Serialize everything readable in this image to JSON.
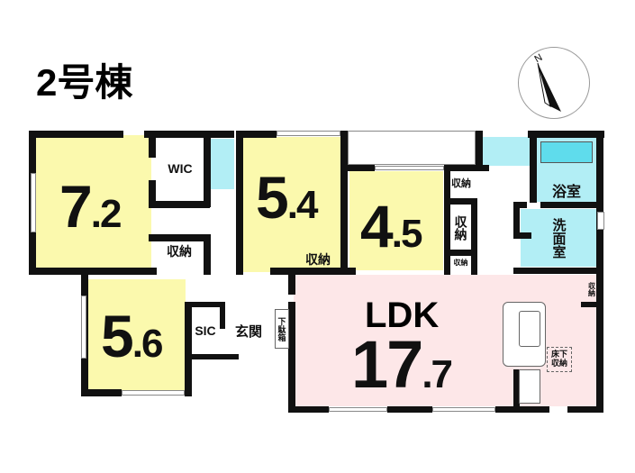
{
  "title": "2号棟",
  "compass": {
    "north_label": "N"
  },
  "rooms": {
    "r72": {
      "int": "7",
      "dec": ".2"
    },
    "r54": {
      "int": "5",
      "dec": ".4"
    },
    "r45": {
      "int": "4",
      "dec": ".5"
    },
    "r56": {
      "int": "5",
      "dec": ".6"
    },
    "ldk": {
      "name": "LDK",
      "int": "17",
      "dec": ".7"
    }
  },
  "labels": {
    "wic": "WIC",
    "sic": "SIC",
    "genkan": "玄関",
    "getabako": "下駄箱",
    "storage": "収納",
    "bath": "浴室",
    "washroom": "洗面室",
    "underfloor": "床下収納"
  },
  "colors": {
    "bedroom": "#fbf9ad",
    "ldk": "#fde7e8",
    "wet": "#b2eef5"
  }
}
